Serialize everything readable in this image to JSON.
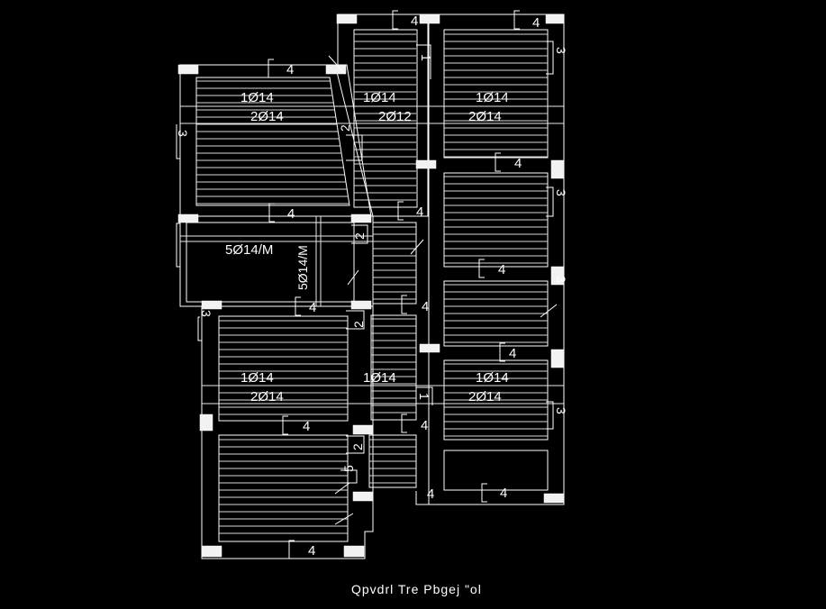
{
  "slab_labels": {
    "top_left_bottom": "1Ø14",
    "top_left_top": "2Ø14",
    "top_mid_bottom": "1Ø14",
    "top_mid_top": "2Ø12",
    "top_right_bottom": "1Ø14",
    "top_right_top": "2Ø14",
    "mid_band": "5Ø14/M",
    "mid_band_vertical": "5Ø14/M",
    "bot_left_bottom": "1Ø14",
    "bot_left_top": "2Ø14",
    "bot_mid_bottom": "1Ø14",
    "bot_right_bottom": "1Ø14",
    "bot_right_top": "2Ø14"
  },
  "section_marks": {
    "four": "4",
    "three": "3",
    "two": "2",
    "one": "1",
    "five": "5"
  },
  "caption": "Qpvdrl Tre Pbgej \"ol"
}
